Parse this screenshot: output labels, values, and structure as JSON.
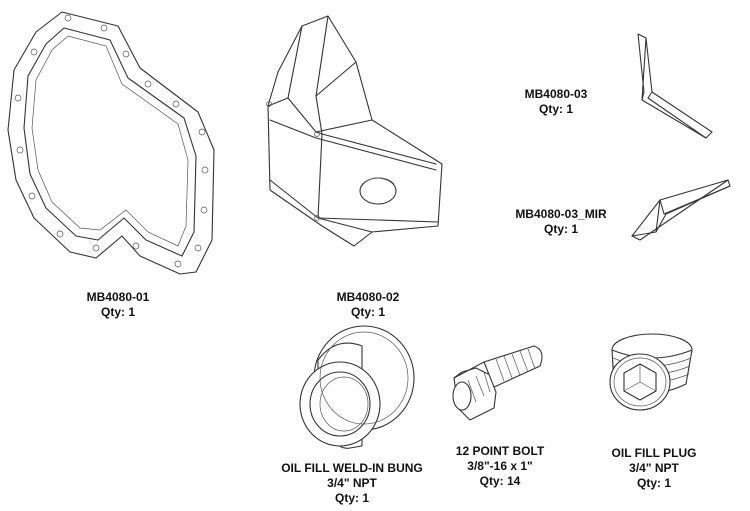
{
  "parts": [
    {
      "id": "p1",
      "name": "MB4080-01",
      "qty": "Qty: 1"
    },
    {
      "id": "p2",
      "name": "MB4080-02",
      "qty": "Qty: 1"
    },
    {
      "id": "p3",
      "name": "MB4080-03",
      "qty": "Qty: 1"
    },
    {
      "id": "p4",
      "name": "MB4080-03_MIR",
      "qty": "Qty: 1"
    },
    {
      "id": "p5",
      "name": "OIL FILL WELD-IN BUNG",
      "spec": "3/4\" NPT",
      "qty": "Qty: 1"
    },
    {
      "id": "p6",
      "name": "12 POINT BOLT",
      "spec": "3/8\"-16 x 1\"",
      "qty": "Qty: 14"
    },
    {
      "id": "p7",
      "name": "OIL FILL PLUG",
      "spec": "3/4\" NPT",
      "qty": "Qty: 1"
    }
  ]
}
